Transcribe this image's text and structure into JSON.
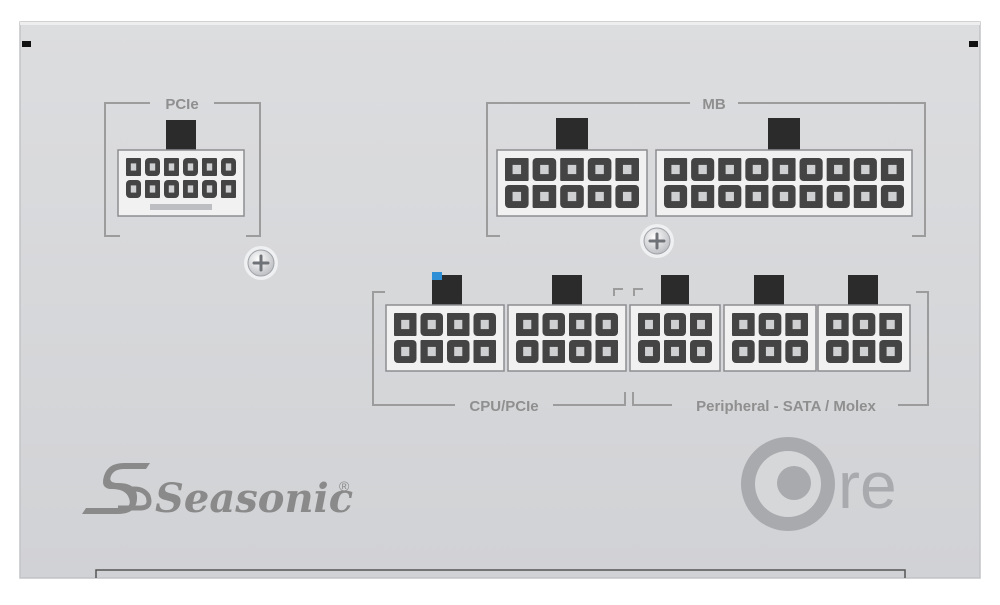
{
  "panel": {
    "labels": {
      "pcie": "PCIe",
      "mb": "MB",
      "cpu_pcie": "CPU/PCIe",
      "peripheral": "Peripheral - SATA / Molex"
    },
    "brand": {
      "name": "Seasonic",
      "registered": "®"
    },
    "series_logo": {
      "text": "re"
    }
  },
  "colors": {
    "panel": "#d7d8da",
    "label": "#8f8f8f",
    "connector_face": "#f1f1f1",
    "connector_pin": "#444444",
    "latch": "#2b2b2b",
    "accent_blue": "#2f8fd6"
  }
}
